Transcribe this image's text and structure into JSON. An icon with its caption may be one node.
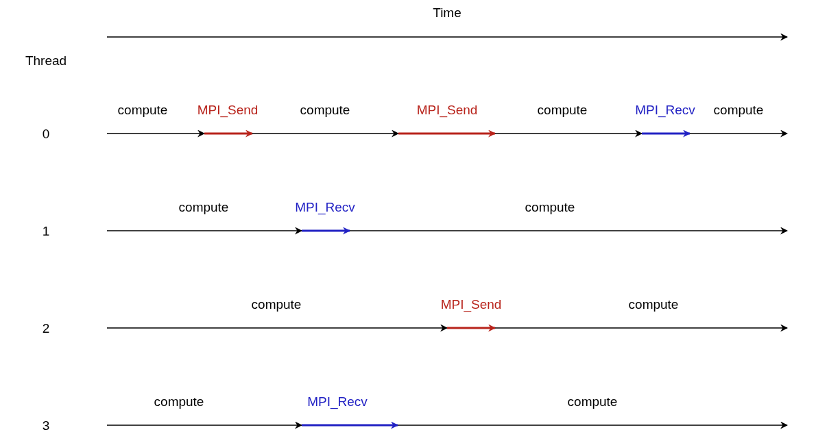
{
  "diagram": {
    "labels": [
      "Time",
      "Thread",
      "compute",
      "MPI_Send",
      "compute",
      "MPI_Send",
      "compute",
      "MPI_Recv",
      "compute",
      "0",
      "compute",
      "MPI_Recv",
      "compute",
      "1",
      "compute",
      "MPI_Send",
      "compute",
      "2",
      "compute",
      "MPI_Recv",
      "compute",
      "3"
    ]
  }
}
